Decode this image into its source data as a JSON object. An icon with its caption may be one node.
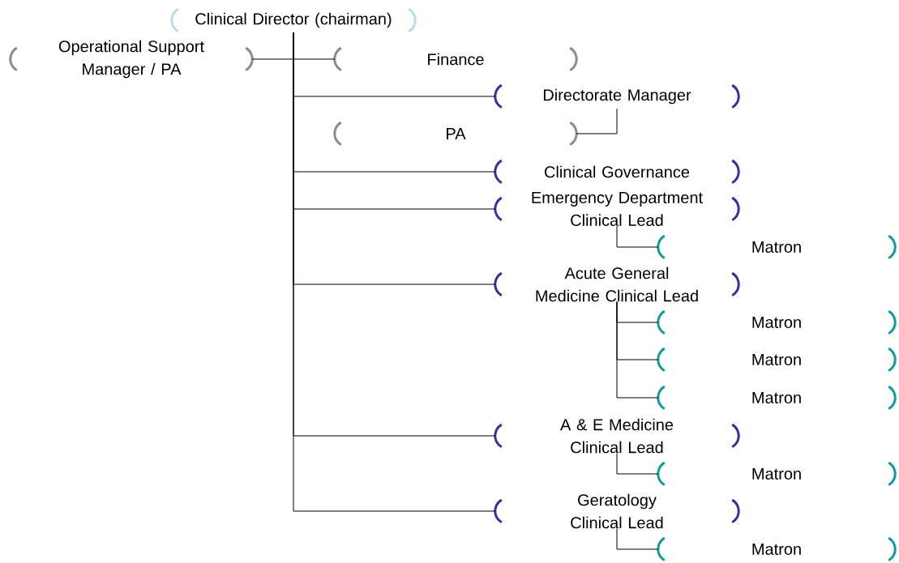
{
  "diagram": {
    "nodes": [
      {
        "text": [
          "Clinical Director (chairman)"
        ]
      },
      {
        "text": [
          "Operational Support Manager / PA"
        ]
      },
      {
        "text": [
          "Finance"
        ]
      },
      {
        "text": [
          "Directorate Manager"
        ]
      },
      {
        "text": [
          "PA"
        ]
      },
      {
        "text": [
          "Clinical Governance"
        ]
      },
      {
        "text": [
          "Emergency Department Clinical Lead"
        ]
      },
      {
        "text": [
          "Matron"
        ]
      },
      {
        "text": [
          "Acute General Medicine Clinical Lead"
        ]
      },
      {
        "text": [
          "Matron"
        ]
      },
      {
        "text": [
          "Matron"
        ]
      },
      {
        "text": [
          "Matron"
        ]
      },
      {
        "text": [
          "A & E Medicine Clinical Lead"
        ]
      },
      {
        "text": [
          "Matron"
        ]
      },
      {
        "text": [
          "Geratology Clinical Lead"
        ]
      },
      {
        "text": [
          "Matron"
        ]
      }
    ],
    "edges": [
      {
        "from": 0,
        "to": 1,
        "arrow": "none"
      },
      {
        "from": 0,
        "to": 2,
        "arrow": "none"
      },
      {
        "from": 0,
        "to": 3,
        "arrow": "none"
      },
      {
        "from": 3,
        "to": 4,
        "arrow": "none"
      },
      {
        "from": 0,
        "to": 5,
        "arrow": "none"
      },
      {
        "from": 0,
        "to": 6,
        "arrow": "none"
      },
      {
        "from": 6,
        "to": 7,
        "arrow": "none"
      },
      {
        "from": 0,
        "to": 8,
        "arrow": "none"
      },
      {
        "from": 8,
        "to": 9,
        "arrow": "none"
      },
      {
        "from": 8,
        "to": 10,
        "arrow": "none"
      },
      {
        "from": 8,
        "to": 11,
        "arrow": "none"
      },
      {
        "from": 0,
        "to": 12,
        "arrow": "none"
      },
      {
        "from": 12,
        "to": 13,
        "arrow": "none"
      },
      {
        "from": 0,
        "to": 14,
        "arrow": "none"
      },
      {
        "from": 14,
        "to": 15,
        "arrow": "none"
      }
    ]
  }
}
